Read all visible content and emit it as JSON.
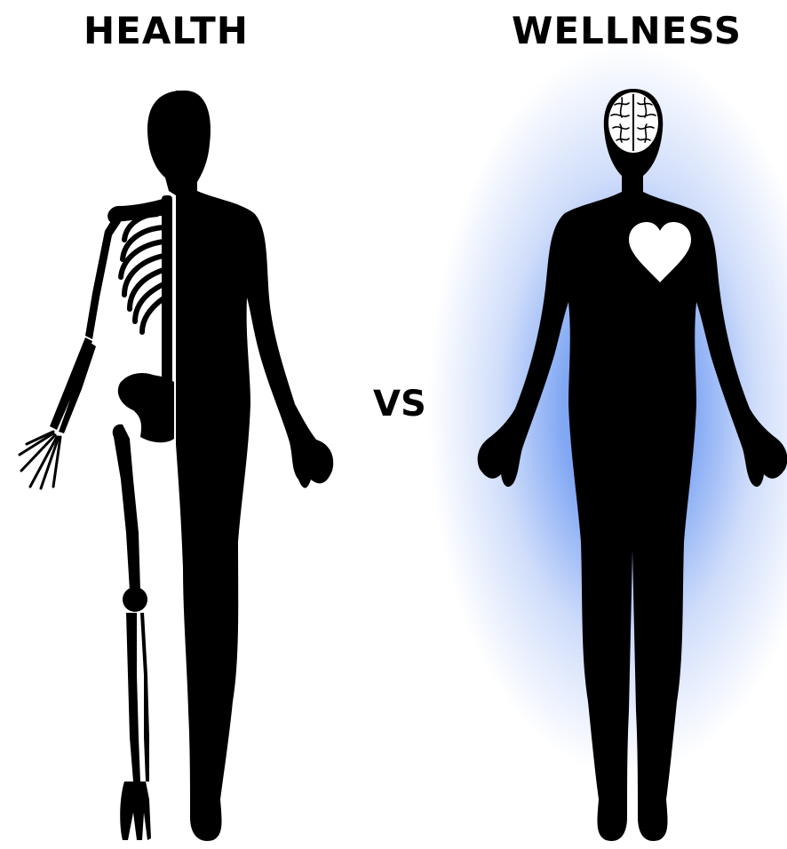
{
  "left": {
    "title": "HEALTH"
  },
  "right": {
    "title": "WELLNESS"
  },
  "separator": {
    "label": "VS"
  },
  "colors": {
    "glow": "#4a80f0",
    "silhouette": "#000000",
    "icons": "#ffffff"
  },
  "icons": [
    "skeleton-icon",
    "brain-icon",
    "heart-icon"
  ]
}
